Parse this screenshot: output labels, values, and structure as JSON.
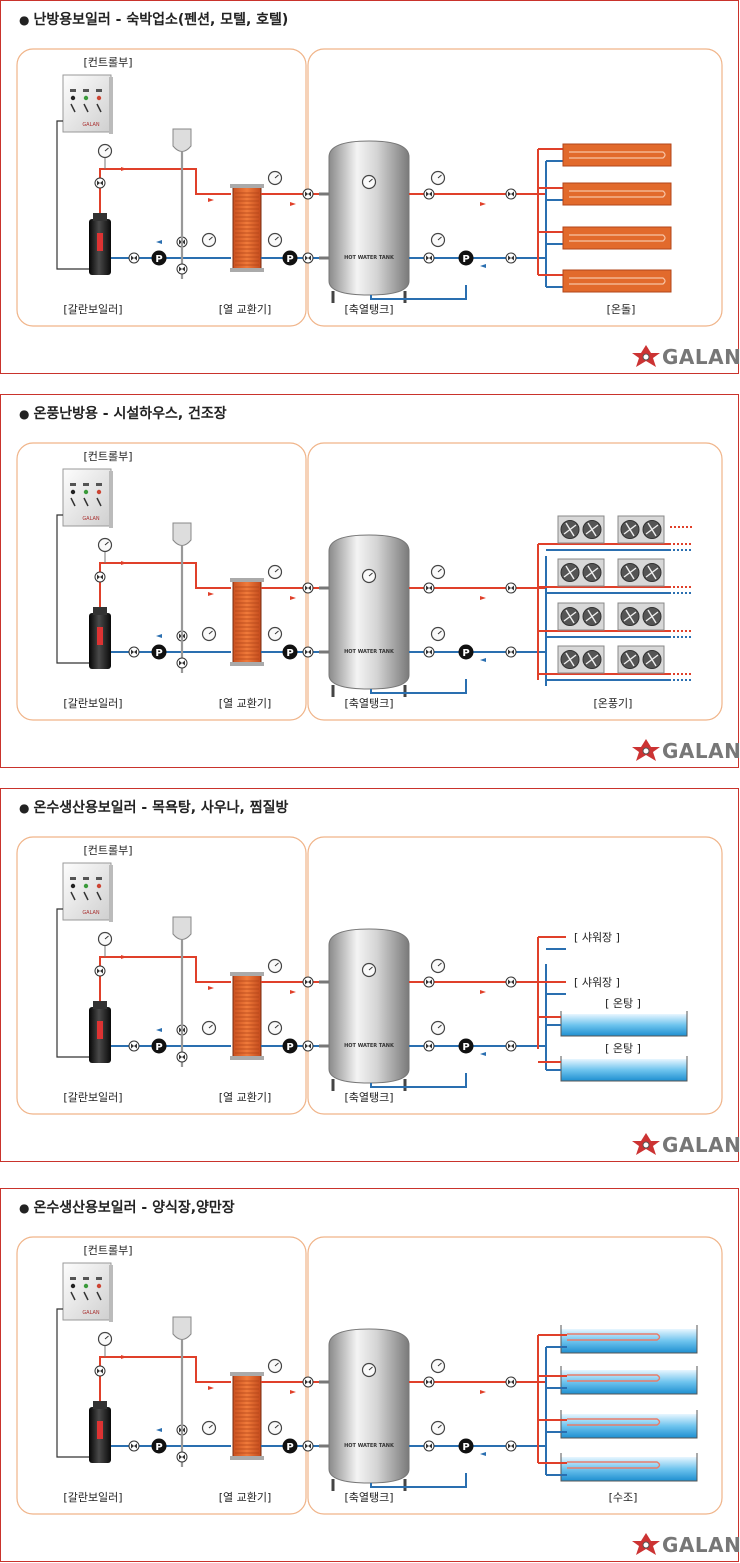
{
  "labels": {
    "control_panel": "[컨트롤부]",
    "boiler": "[갈란보일러]",
    "heat_exchanger": "[열 교환기]",
    "storage_tank": "[축열탱크]",
    "tank_text": "HOT WATER TANK",
    "pump": "P",
    "brand": "GALAN"
  },
  "panels": [
    {
      "title": "난방용보일러 - 숙박업소(펜션, 모텔, 호텔)",
      "load_type": "floor",
      "load_label": "[온돌]"
    },
    {
      "title": "온풍난방용 - 시설하우스, 건조장",
      "load_type": "fans",
      "load_label": "[온풍기]"
    },
    {
      "title": "온수생산용보일러 - 목욕탕, 사우나, 찜질방",
      "load_type": "bath",
      "load_label": "",
      "sub_labels": [
        "[ 샤워장 ]",
        "[ 샤워장 ]",
        "[ 온탕 ]",
        "[ 온탕 ]"
      ]
    },
    {
      "title": "온수생산용보일러 - 양식장,양만장",
      "load_type": "aqua",
      "load_label": "[수조]"
    }
  ],
  "colors": {
    "hot_pipe": "#e0402a",
    "cold_pipe": "#2a6fb0",
    "panel_border": "#c9332c",
    "zone_border": "#f0b489",
    "brand": "#777777"
  }
}
